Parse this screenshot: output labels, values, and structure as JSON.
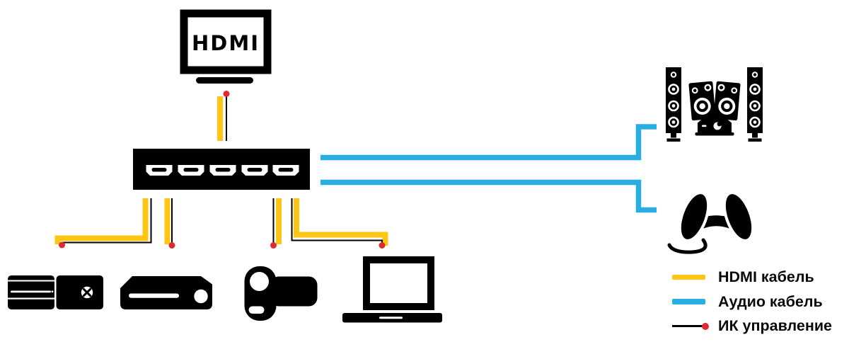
{
  "diagram": {
    "tv_label": "HDMI",
    "icons": [
      "tv-hdmi-icon",
      "hdmi-switch-icon",
      "xbox-console-icon",
      "dvd-player-icon",
      "camcorder-icon",
      "laptop-icon",
      "speaker-system-icon",
      "headphones-icon"
    ],
    "switch_port_count": 5
  },
  "legend": {
    "items": [
      {
        "label": "HDMI кабель",
        "swatch": "hdmi-cable"
      },
      {
        "label": "Аудио кабель",
        "swatch": "audio-cable"
      },
      {
        "label": "ИК управление",
        "swatch": "ir-control"
      }
    ]
  },
  "colors": {
    "hdmi_cable": "#ffc515",
    "audio_cable": "#29aee4",
    "ir_red": "#de2b30",
    "device_black": "#000000"
  }
}
